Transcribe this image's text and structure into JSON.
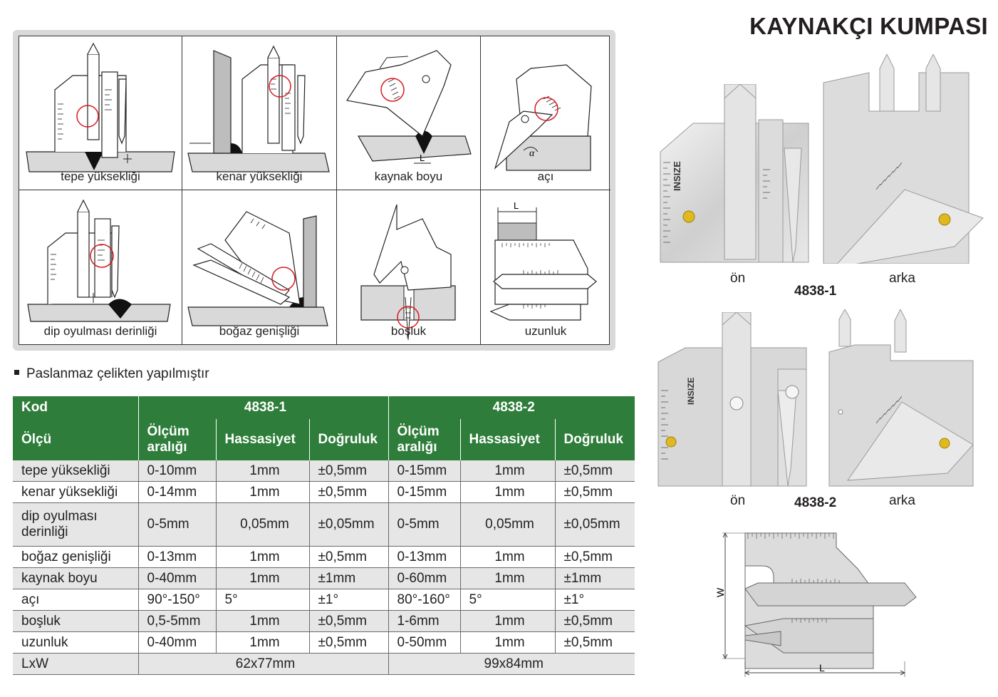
{
  "title": "KAYNAKÇI KUMPASI",
  "diagrams": [
    {
      "caption": "tepe yüksekliği"
    },
    {
      "caption": "kenar yüksekliği"
    },
    {
      "caption": "kaynak boyu"
    },
    {
      "caption": "açı"
    },
    {
      "caption": "dip oyulması derinliği"
    },
    {
      "caption": "boğaz genişliği"
    },
    {
      "caption": "boşluk"
    },
    {
      "caption": "uzunluk"
    }
  ],
  "diagram_marks": {
    "L": "L",
    "alpha": "α"
  },
  "bullet": "Paslanmaz çelikten yapılmıştır",
  "table": {
    "code_label": "Kod",
    "size_label": "Ölçü",
    "model1": "4838-1",
    "model2": "4838-2",
    "col_range": "Ölçüm aralığı",
    "col_resolution": "Hassasiyet",
    "col_accuracy": "Doğruluk",
    "rows": [
      {
        "name": "tepe yüksekliği",
        "r1": "0-10mm",
        "h1": "1mm",
        "a1": "±0,5mm",
        "r2": "0-15mm",
        "h2": "1mm",
        "a2": "±0,5mm"
      },
      {
        "name": "kenar yüksekliği",
        "r1": "0-14mm",
        "h1": "1mm",
        "a1": "±0,5mm",
        "r2": "0-15mm",
        "h2": "1mm",
        "a2": "±0,5mm"
      },
      {
        "name": "dip oyulması derinliği",
        "r1": "0-5mm",
        "h1": "0,05mm",
        "a1": "±0,05mm",
        "r2": "0-5mm",
        "h2": "0,05mm",
        "a2": "±0,05mm"
      },
      {
        "name": "boğaz genişliği",
        "r1": "0-13mm",
        "h1": "1mm",
        "a1": "±0,5mm",
        "r2": "0-13mm",
        "h2": "1mm",
        "a2": "±0,5mm"
      },
      {
        "name": "kaynak boyu",
        "r1": "0-40mm",
        "h1": "1mm",
        "a1": "±1mm",
        "r2": "0-60mm",
        "h2": "1mm",
        "a2": "±1mm"
      },
      {
        "name": "açı",
        "r1": "90°-150°",
        "h1": "5°",
        "a1": "±1°",
        "r2": "80°-160°",
        "h2": "5°",
        "a2": "±1°"
      },
      {
        "name": "boşluk",
        "r1": "0,5-5mm",
        "h1": "1mm",
        "a1": "±0,5mm",
        "r2": "1-6mm",
        "h2": "1mm",
        "a2": "±0,5mm"
      },
      {
        "name": "uzunluk",
        "r1": "0-40mm",
        "h1": "1mm",
        "a1": "±0,5mm",
        "r2": "0-50mm",
        "h2": "1mm",
        "a2": "±0,5mm"
      }
    ],
    "lxw_label": "LxW",
    "lxw1": "62x77mm",
    "lxw2": "99x84mm"
  },
  "products": {
    "front": "ön",
    "back": "arka",
    "model1": "4838-1",
    "model2": "4838-2",
    "brand": "INSIZE"
  },
  "dimension_drawing": {
    "W": "W",
    "L": "L"
  }
}
